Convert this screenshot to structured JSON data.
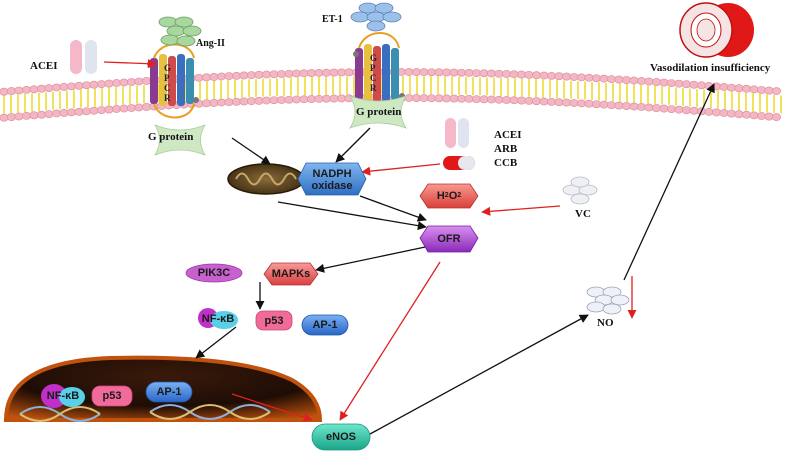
{
  "labels": {
    "acei_left": "ACEI",
    "ang_ii": "Ang-II",
    "et_1": "ET-1",
    "gpcr_left": [
      "G",
      "P",
      "C",
      "R"
    ],
    "gpcr_right": [
      "G",
      "P",
      "C",
      "R"
    ],
    "g_protein_left": "G protein",
    "g_protein_right": "G protein",
    "drugs": [
      "ACEI",
      "ARB",
      "CCB"
    ],
    "vc": "VC",
    "vasodilation": "Vasodilation insufficiency",
    "no": "NO"
  },
  "nodes": {
    "nadph_line1": "NADPH",
    "nadph_line2": "oxidase",
    "h2o2_base": "H",
    "h2o2_sub1": "2",
    "h2o2_mid": "O",
    "h2o2_sub2": "2",
    "ofr": "OFR",
    "pik3c": "PIK3C",
    "mapks": "MAPKs",
    "nfkb": "NF-κB",
    "p53": "p53",
    "ap1": "AP-1",
    "nucleus_nfkb": "NF-κB",
    "nucleus_p53": "p53",
    "nucleus_ap1": "AP-1",
    "enos": "eNOS"
  },
  "colors": {
    "membrane_head": "#f4b6c2",
    "membrane_tail": "#f2e25a",
    "arrow_red": "#e02020",
    "arrow_black": "#111111",
    "nadph": "#4a90d9",
    "h2o2": "#e8605a",
    "ofr": "#b04ad8",
    "mapks": "#e85a5a",
    "pik3c": "#c860d0",
    "ap1": "#3b82e0",
    "p53": "#f06a9a",
    "enos": "#27c2a6",
    "nucleus": "#c0520e"
  }
}
